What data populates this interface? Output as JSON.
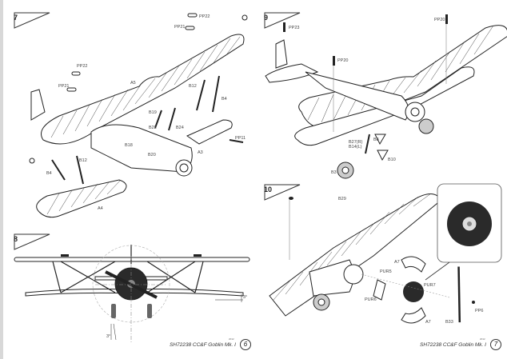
{
  "left_page": {
    "step_a": {
      "number": "7",
      "labels": [
        "PP22",
        "PP21",
        "PP22",
        "PP21",
        "A5",
        "B19",
        "B12",
        "B4",
        "B22",
        "B24",
        "B18",
        "B20",
        "A3",
        "PP11",
        "B12",
        "B4",
        "A4"
      ]
    },
    "step_b": {
      "number": "8",
      "angle_labels": [
        "3°",
        "3°"
      ]
    },
    "footer": {
      "product": "SH72238 CC&F Goblin  Mk. I",
      "date": "2012",
      "page_number": "6"
    }
  },
  "right_page": {
    "step_a": {
      "number": "9",
      "labels": [
        "PP23",
        "PP20",
        "PP20",
        "B27(R)",
        "B14(L)",
        "B8",
        "B10",
        "B3"
      ]
    },
    "step_b": {
      "number": "10",
      "labels": [
        "B29",
        "A7",
        "PUR5",
        "PUR6",
        "PUR7",
        "A7",
        "PP6",
        "B33"
      ]
    },
    "footer": {
      "product": "SH72238 CC&F Goblin  Mk. I",
      "date": "2012",
      "page_number": "7"
    }
  },
  "colors": {
    "ink": "#222222",
    "gutter": "#d8d8d8",
    "engine": "#2a2a2a"
  }
}
